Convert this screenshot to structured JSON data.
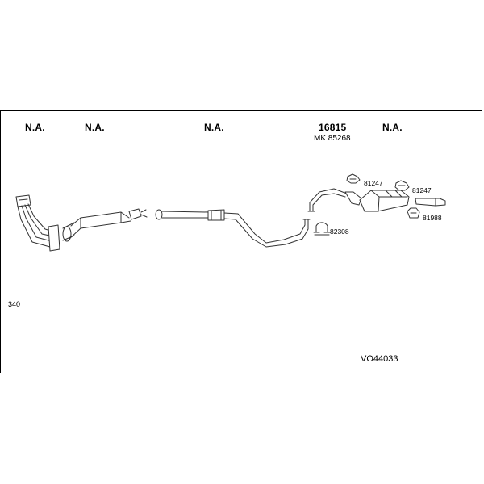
{
  "header_labels": [
    "N.A.",
    "N.A.",
    "N.A.",
    "16815",
    "N.A."
  ],
  "sub_label": "MK 85268",
  "accessory_codes": [
    "81247",
    "81247",
    "82308",
    "81988"
  ],
  "footer_note": "340",
  "diagram_code": "VO44033",
  "icons": [
    "exhaust-manifold-pipe-icon",
    "front-silencer-icon",
    "connector-pipe-icon",
    "middle-pipe-icon",
    "rear-silencer-icon",
    "tailpipe-icon",
    "rubber-hanger-icon",
    "pipe-clamp-icon"
  ]
}
